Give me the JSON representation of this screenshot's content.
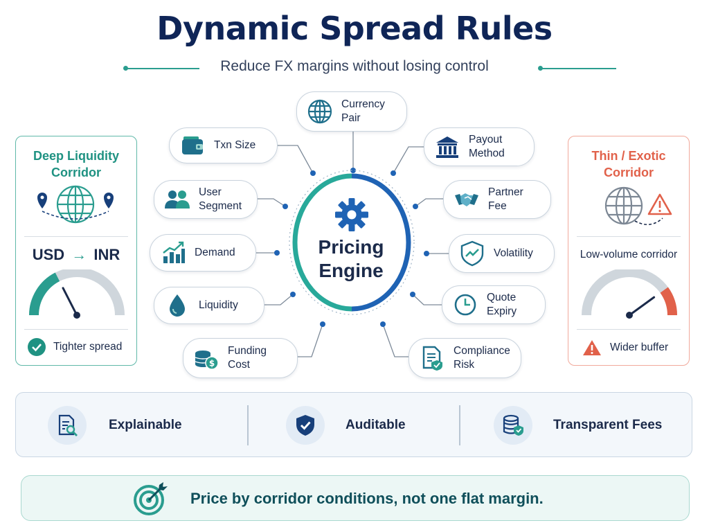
{
  "title": "Dynamic Spread Rules",
  "subtitle": "Reduce FX margins without losing control",
  "engine": {
    "line1": "Pricing",
    "line2": "Engine"
  },
  "factors": {
    "currency_pair": {
      "line1": "Currency",
      "line2": "Pair",
      "icon": "globe-icon"
    },
    "payout_method": {
      "line1": "Payout",
      "line2": "Method",
      "icon": "bank-icon"
    },
    "txn_size": {
      "label": "Txn Size",
      "icon": "wallet-icon"
    },
    "partner_fee": {
      "line1": "Partner",
      "line2": "Fee",
      "icon": "handshake-icon"
    },
    "user_segment": {
      "line1": "User",
      "line2": "Segment",
      "icon": "users-icon"
    },
    "volatility": {
      "label": "Volatility",
      "icon": "shield-chart-icon"
    },
    "demand": {
      "label": "Demand",
      "icon": "bar-chart-icon"
    },
    "quote_expiry": {
      "line1": "Quote",
      "line2": "Expiry",
      "icon": "clock-icon"
    },
    "liquidity": {
      "label": "Liquidity",
      "icon": "droplet-icon"
    },
    "compliance_risk": {
      "line1": "Compliance",
      "line2": "Risk",
      "icon": "compliance-doc-icon"
    },
    "funding_cost": {
      "line1": "Funding",
      "line2": "Cost",
      "icon": "coins-icon"
    }
  },
  "left_card": {
    "title_line1": "Deep Liquidity",
    "title_line2": "Corridor",
    "from_currency": "USD",
    "arrow": "→",
    "to_currency": "INR",
    "gauge_level": 0.35,
    "result": "Tighter spread",
    "accent": "#1f9282"
  },
  "right_card": {
    "title_line1": "Thin / Exotic",
    "title_line2": "Corridor",
    "caption": "Low-volume corridor",
    "gauge_level": 0.8,
    "result": "Wider buffer",
    "accent": "#e1614a"
  },
  "features": [
    {
      "label": "Explainable",
      "icon": "document-search-icon"
    },
    {
      "label": "Auditable",
      "icon": "shield-check-icon"
    },
    {
      "label": "Transparent Fees",
      "icon": "database-shield-icon"
    }
  ],
  "footer": {
    "text": "Price by corridor conditions, not one flat margin.",
    "icon": "target-arrow-icon"
  },
  "colors": {
    "navy": "#0f2557",
    "teal": "#2a9d8f",
    "blue": "#1f63b4",
    "coral": "#e1614a"
  }
}
